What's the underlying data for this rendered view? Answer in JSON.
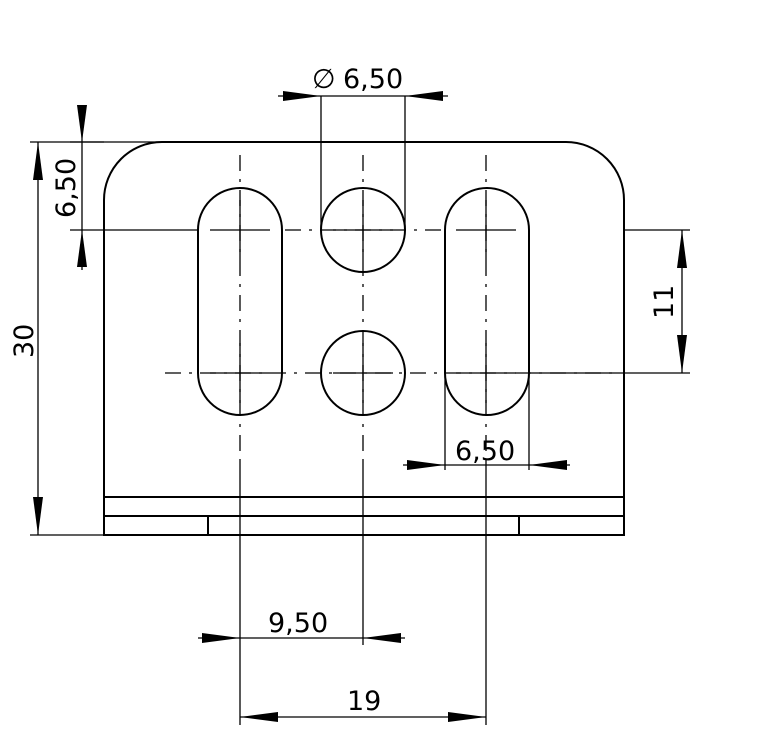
{
  "drawing": {
    "dimensions": {
      "hole_diameter": "6,50",
      "symbol_diameter": "∅",
      "top_offset": "6,50",
      "total_height": "30",
      "slot_length": "11",
      "slot_width": "6,50",
      "half_spacing": "9,50",
      "total_spacing": "19"
    }
  }
}
